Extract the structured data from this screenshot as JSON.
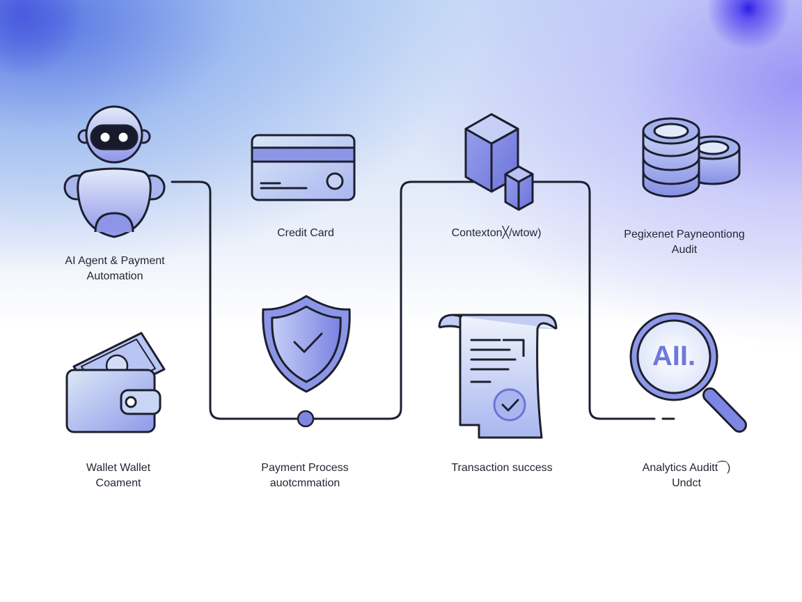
{
  "palette": {
    "stroke": "#1c1f2e",
    "fill_light": "#dde6fa",
    "fill_mid": "#a9b7f0",
    "fill_dark": "#7e86e3",
    "node": "#7f86e0"
  },
  "nodes": [
    {
      "id": "ai-agent",
      "icon": "robot-icon",
      "label_lines": [
        "AI Agent & Payment",
        "Automation"
      ]
    },
    {
      "id": "credit-card",
      "icon": "credit-card-icon",
      "label_lines": [
        "Credit Card"
      ]
    },
    {
      "id": "context",
      "icon": "cubes-icon",
      "label_lines": [
        "Contexton╳/wtow)"
      ]
    },
    {
      "id": "audit-top",
      "icon": "coin-stack-icon",
      "label_lines": [
        "Pegixenet Payneontiong",
        "Audit"
      ]
    },
    {
      "id": "wallet",
      "icon": "wallet-icon",
      "label_lines": [
        "Wallet Wallet",
        "Coament"
      ]
    },
    {
      "id": "payment-process",
      "icon": "shield-check-icon",
      "label_lines": [
        "Payment Process",
        "auotcmmation"
      ]
    },
    {
      "id": "transaction",
      "icon": "receipt-check-icon",
      "label_lines": [
        "Transaction success"
      ]
    },
    {
      "id": "analytics",
      "icon": "magnifier-icon",
      "label_lines": [
        "Analytics Auditt⁀)",
        "Undct"
      ]
    }
  ],
  "magnifier_text": "AII."
}
